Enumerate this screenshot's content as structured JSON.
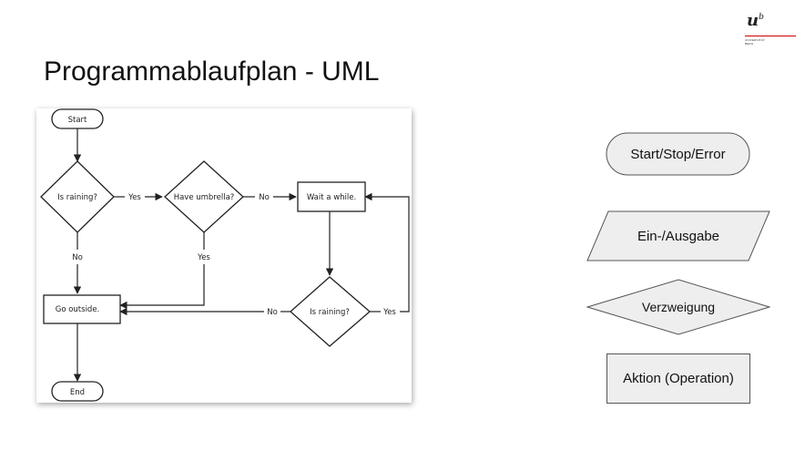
{
  "header": {
    "logo_text": "u",
    "logo_sup": "b",
    "logo_lines": [
      "UNIVERSITÄT",
      "BERN"
    ],
    "title": "Programmablaufplan - UML"
  },
  "flowchart": {
    "start": "Start",
    "decision_raining_1": "Is raining?",
    "decision_umbrella": "Have umbrella?",
    "action_wait": "Wait a while.",
    "action_outside": "Go outside.",
    "decision_raining_2": "Is raining?",
    "end": "End",
    "edge_yes_1": "Yes",
    "edge_no_1": "No",
    "edge_no_2": "No",
    "edge_yes_2": "Yes",
    "edge_no_3": "No",
    "edge_yes_3": "Yes"
  },
  "legend": {
    "terminal": "Start/Stop/Error",
    "io": "Ein-/Ausgabe",
    "decision": "Verzweigung",
    "action": "Aktion (Operation)"
  },
  "colors": {
    "shape_fill": "#eeeeee",
    "shape_stroke": "#555555",
    "line": "#222222"
  }
}
